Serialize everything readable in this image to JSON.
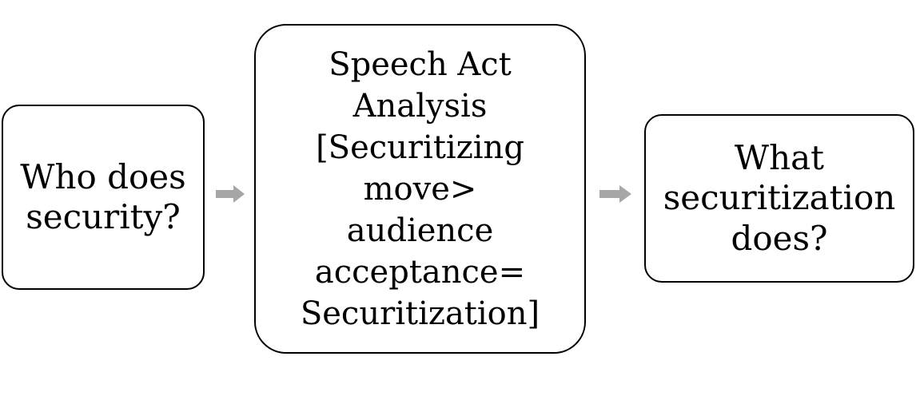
{
  "diagram": {
    "steps": [
      {
        "lines": [
          "Who does",
          "security?"
        ]
      },
      {
        "lines": [
          "Speech Act",
          "Analysis",
          "[Securitizing",
          "move>",
          "audience",
          "acceptance=",
          "Securitization]"
        ]
      },
      {
        "lines": [
          "What",
          "securitization",
          "does?"
        ]
      }
    ],
    "arrow_color": "#a6a6a6",
    "border_color": "#000000"
  }
}
